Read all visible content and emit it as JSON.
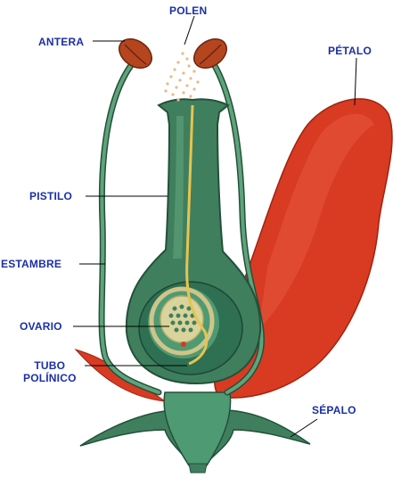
{
  "colors": {
    "label_text": "#1b2fa6",
    "leader_line": "#000000",
    "stem_green": "#3f7f5d",
    "stem_outline": "#23503a",
    "ovary_fill": "#4e9a72",
    "ovary_inner": "#2f6f52",
    "ovule_ring": "#cfc48a",
    "pollen_tube": "#e6c450",
    "petal_red": "#d83a22",
    "petal_highlight": "#e8583d",
    "anther": "#b4451f",
    "pollen": "#e9b98a"
  },
  "labels": {
    "polen": "POLEN",
    "antera": "ANTERA",
    "petalo": "PÉTALO",
    "pistilo": "PISTILO",
    "estambre": "ESTAMBRE",
    "ovario": "OVARIO",
    "tubo_line1": "TUBO",
    "tubo_line2": "POLÍNICO",
    "sepalo": "SÉPALO"
  }
}
